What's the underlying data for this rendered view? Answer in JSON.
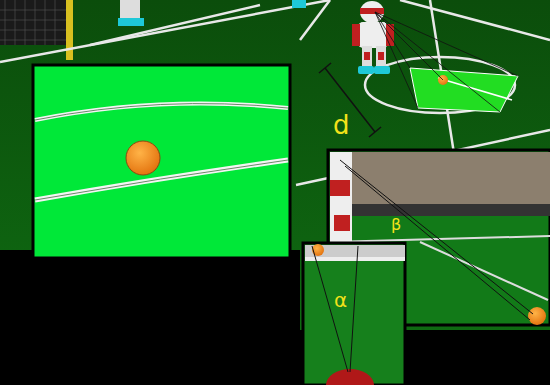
{
  "diagram": {
    "labels": [
      "d",
      "β",
      "α"
    ]
  }
}
